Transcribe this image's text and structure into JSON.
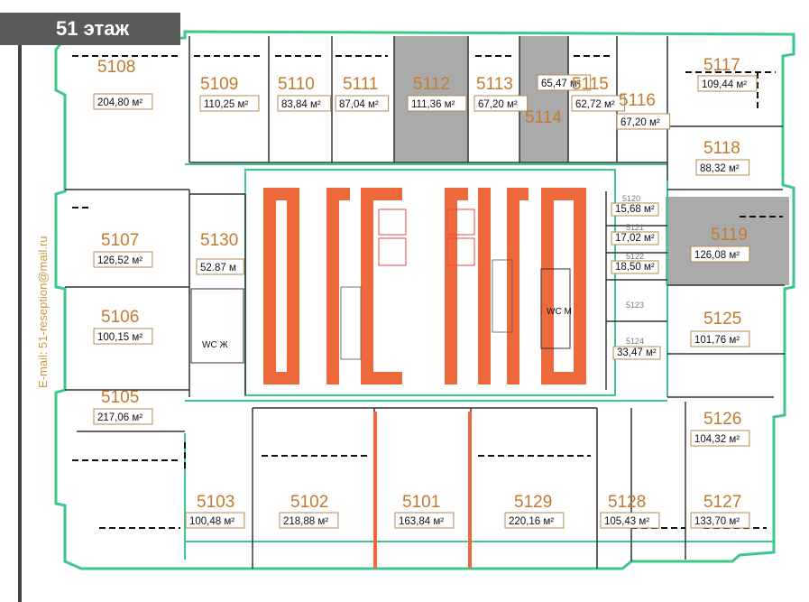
{
  "floor_label": "51 этаж",
  "email": "E-mail: 51-reseption@mail.ru",
  "wc_labels": {
    "women": "WC Ж",
    "men": "WC М"
  },
  "rooms": [
    {
      "id": "5108",
      "area": "204,80 м²"
    },
    {
      "id": "5109",
      "area": "110,25 м²"
    },
    {
      "id": "5110",
      "area": "83,84 м²"
    },
    {
      "id": "5111",
      "area": "87,04 м²"
    },
    {
      "id": "5112",
      "area": "111,36 м²"
    },
    {
      "id": "5113",
      "area": "67,20 м²"
    },
    {
      "id": "5114",
      "area": "65,47 м²"
    },
    {
      "id": "5115",
      "area": "62,72 м²"
    },
    {
      "id": "5116",
      "area": "67,20 м²"
    },
    {
      "id": "5117",
      "area": "109,44 м²"
    },
    {
      "id": "5118",
      "area": "88,32 м²"
    },
    {
      "id": "5119",
      "area": "126,08 м²"
    },
    {
      "id": "5120",
      "area": "15,68 м²"
    },
    {
      "id": "5121",
      "area": "17,02 м²"
    },
    {
      "id": "5122",
      "area": "18,50 м²"
    },
    {
      "id": "5123",
      "area": ""
    },
    {
      "id": "5124",
      "area": "33,47 м²"
    },
    {
      "id": "5125",
      "area": "101,76 м²"
    },
    {
      "id": "5126",
      "area": "104,32 м²"
    },
    {
      "id": "5127",
      "area": "133,70 м²"
    },
    {
      "id": "5128",
      "area": "105,43 м²"
    },
    {
      "id": "5129",
      "area": "220,16 м²"
    },
    {
      "id": "5101",
      "area": "163,84 м²"
    },
    {
      "id": "5102",
      "area": "218,88 м²"
    },
    {
      "id": "5103",
      "area": "100,48 м²"
    },
    {
      "id": "5105",
      "area": "217,06 м²"
    },
    {
      "id": "5106",
      "area": "100,15 м²"
    },
    {
      "id": "5107",
      "area": "126,52 м²"
    },
    {
      "id": "5130",
      "area": "52.87 м"
    }
  ],
  "colors": {
    "outline": "#3cc88a",
    "wall": "#333333",
    "column": "#ee6a3c",
    "gray_fill": "#aaaaaa",
    "room_number": "#c47a2c"
  }
}
